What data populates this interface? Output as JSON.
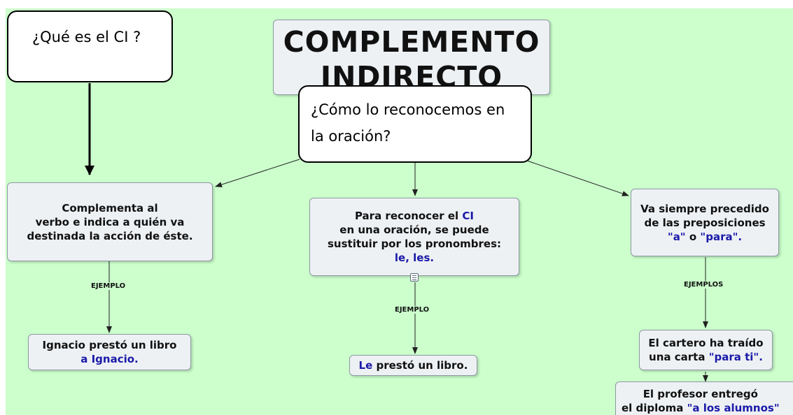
{
  "title": {
    "line1": "COMPLEMENTO",
    "line2": "INDIRECTO"
  },
  "bubble_question_ci": "¿Qué es el CI ?",
  "bubble_question_recognize": {
    "line1": "¿Cómo lo reconocemos en",
    "line2": "la oración?"
  },
  "left_node": {
    "line1": "Complementa al",
    "line2": "verbo e indica a quién va",
    "line3": "destinada la acción de éste."
  },
  "center_node": {
    "line1_pre": "Para reconocer el ",
    "line1_ci": "CI",
    "line2": "en una oración, se puede",
    "line3": "sustituir por los pronombres:",
    "line4": "le, les."
  },
  "right_node": {
    "line1": "Va siempre precedido",
    "line2": "de las preposiciones",
    "line3_a": "\"a\"",
    "line3_o": " o ",
    "line3_para": "\"para\"."
  },
  "labels": {
    "left": "EJEMPLO",
    "center": "EJEMPLO",
    "right": "EJEMPLOS"
  },
  "left_example": {
    "line1": "Ignacio prestó un libro",
    "line2": "a Ignacio."
  },
  "center_example": {
    "le": "Le",
    "rest": " prestó un libro."
  },
  "right_example1": {
    "line1": "El cartero ha traído",
    "line2_pre": "una carta ",
    "line2_blue": "\"para ti\"."
  },
  "right_example2": {
    "line1": "El profesor entregó",
    "line2_pre": "el diploma ",
    "line2_blue": "\"a los alumnos\""
  }
}
